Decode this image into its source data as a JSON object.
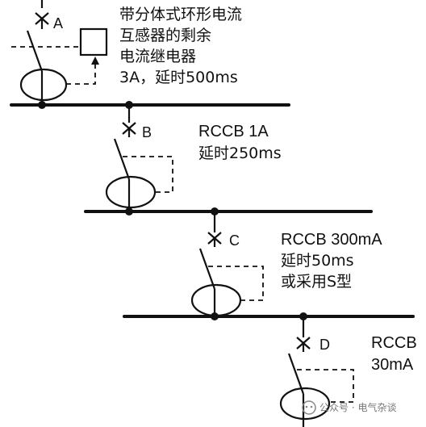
{
  "stages": [
    {
      "id": "A",
      "letter": "A",
      "lines": [
        "带分体式环形电流",
        "互感器的剩余",
        "电流继电器",
        "3A，延时500ms"
      ]
    },
    {
      "id": "B",
      "letter": "B",
      "lines": [
        "RCCB 1A",
        "延时250ms"
      ]
    },
    {
      "id": "C",
      "letter": "C",
      "lines": [
        "RCCB 300mA",
        "延时50ms",
        "或采用S型"
      ]
    },
    {
      "id": "D",
      "letter": "D",
      "lines": [
        "RCCB",
        "30mA"
      ]
    }
  ],
  "watermark": "公众号 · 电气杂谈",
  "colors": {
    "ink": "#111111",
    "background": "#ffffff",
    "watermark": "#777777"
  }
}
